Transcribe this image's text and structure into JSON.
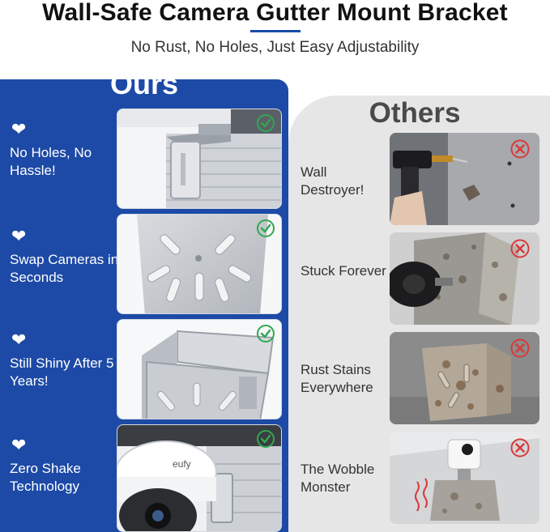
{
  "header": {
    "title": "Wall-Safe Camera Gutter Mount Bracket",
    "subtitle": "No Rust, No Holes, Just Easy Adjustability"
  },
  "ours": {
    "title": "Ours",
    "features": [
      {
        "label": "No Holes, No Hassle!",
        "icon": "heart-icon"
      },
      {
        "label": "Swap Cameras in Seconds",
        "icon": "heart-icon"
      },
      {
        "label": "Still Shiny After 5 Years!",
        "icon": "heart-icon"
      },
      {
        "label": "Zero Shake Technology",
        "icon": "heart-icon"
      }
    ],
    "camera_brand": "eufy"
  },
  "others": {
    "title": "Others",
    "features": [
      {
        "label": "Wall Destroyer!",
        "icon": "x-circle-icon"
      },
      {
        "label": "Stuck Forever",
        "icon": "x-circle-icon"
      },
      {
        "label": "Rust Stains Everywhere",
        "icon": "x-circle-icon"
      },
      {
        "label": "The Wobble Monster",
        "icon": "x-circle-icon"
      }
    ]
  },
  "colors": {
    "ours_blue": "#1d4aa6",
    "others_gray": "#e6e6e6",
    "check_green": "#2fa84f",
    "x_red": "#d93a3a"
  }
}
